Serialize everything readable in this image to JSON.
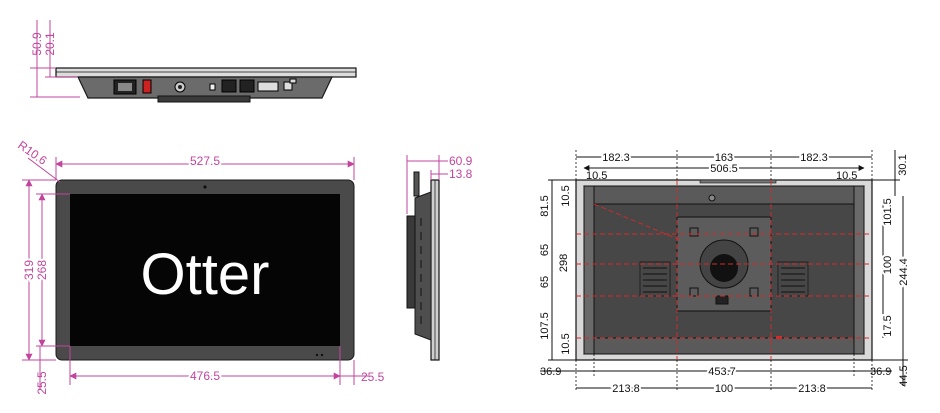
{
  "top_view": {
    "dimensions": {
      "total_depth": "50.9",
      "bezel_depth": "20.1"
    }
  },
  "front_view": {
    "brand": "Otter",
    "dimensions": {
      "corner_radius": "R10.6",
      "overall_width": "527.5",
      "overall_height": "319",
      "display_height": "268",
      "display_width": "476.5",
      "margin_left": "25.5",
      "margin_right": "25.5"
    }
  },
  "side_view": {
    "dimensions": {
      "total_depth": "60.9",
      "bezel_depth": "13.8"
    }
  },
  "rear_view": {
    "dimensions": {
      "top_segment_left": "182.3",
      "top_segment_middle": "163",
      "top_segment_right": "182.3",
      "inner_width": "506.5",
      "inner_offset_left": "10.5",
      "inner_offset_right": "10.5",
      "offset_right_top": "30.1",
      "left_top": "81.5",
      "left_offset_top": "10.5",
      "left_middle_upper": "65",
      "left_middle_lower": "65",
      "inner_height": "298",
      "left_bottom": "107.5",
      "left_offset_bottom": "10.5",
      "right_top": "101.5",
      "right_middle": "100",
      "right_total": "244.4",
      "right_bottom": "17.5",
      "bottom_offset_left": "36.9",
      "bottom_width": "453.7",
      "bottom_offset_right": "36.9",
      "right_bottom_offset": "44.5",
      "bottom_segment_left": "213.8",
      "bottom_segment_middle": "100",
      "bottom_segment_right": "213.8"
    }
  }
}
